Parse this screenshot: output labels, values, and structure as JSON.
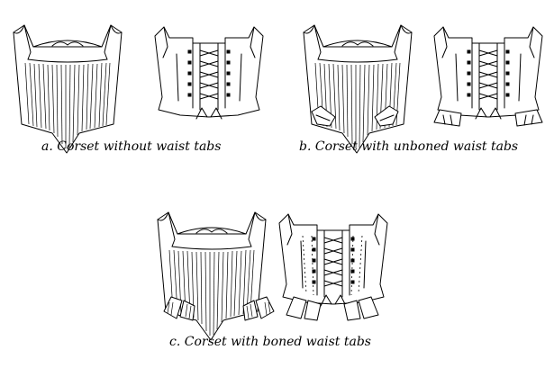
{
  "captions": {
    "a": "a. Corset without waist tabs",
    "b": "b. Corset with unboned waist tabs",
    "c": "c. Corset with boned waist tabs"
  }
}
